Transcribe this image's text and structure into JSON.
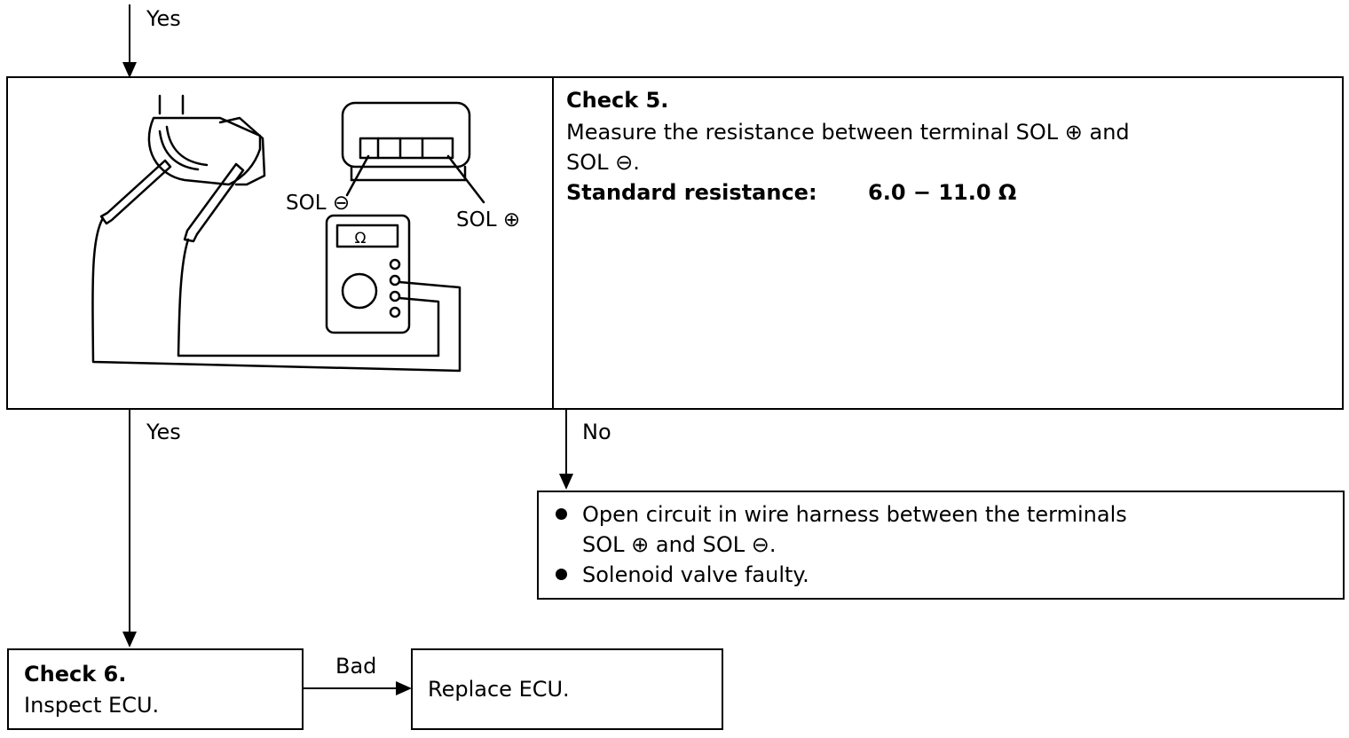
{
  "flow": {
    "top_yes": "Yes",
    "mid_yes": "Yes",
    "mid_no": "No",
    "bad": "Bad"
  },
  "check5": {
    "title": "Check 5.",
    "line1": "Measure the resistance between terminal SOL ⊕ and",
    "line2": "SOL ⊖.",
    "std_label": "Standard resistance:",
    "std_value": "6.0 − 11.0 Ω"
  },
  "illustration": {
    "sol_minus": "SOL ⊖",
    "sol_plus": "SOL ⊕",
    "meter_symbol": "Ω"
  },
  "fault": {
    "item1_line1": "Open circuit in wire harness between the terminals",
    "item1_line2": "SOL ⊕ and SOL ⊖.",
    "item2": "Solenoid valve faulty."
  },
  "check6": {
    "title": "Check 6.",
    "body": "Inspect ECU."
  },
  "replace": {
    "label": "Replace ECU."
  }
}
